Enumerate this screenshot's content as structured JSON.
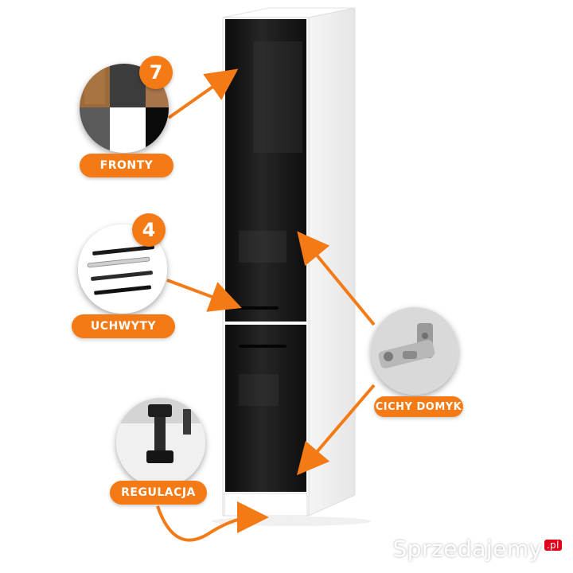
{
  "features": {
    "fronty": {
      "label": "FRONTY",
      "count": "7"
    },
    "uchwyty": {
      "label": "UCHWYTY",
      "count": "4"
    },
    "cichy_domyk": {
      "label": "CICHY DOMYK"
    },
    "regulacja": {
      "label": "REGULACJA"
    }
  },
  "watermark": {
    "text": "Sprzedajemy",
    "suffix": ".pl"
  },
  "colors": {
    "accent": "#f47a16",
    "front": "#111111",
    "body": "#ffffff"
  },
  "icons": [
    "arrow-icon",
    "handle-icon",
    "hinge-icon",
    "leveling-foot-icon"
  ]
}
